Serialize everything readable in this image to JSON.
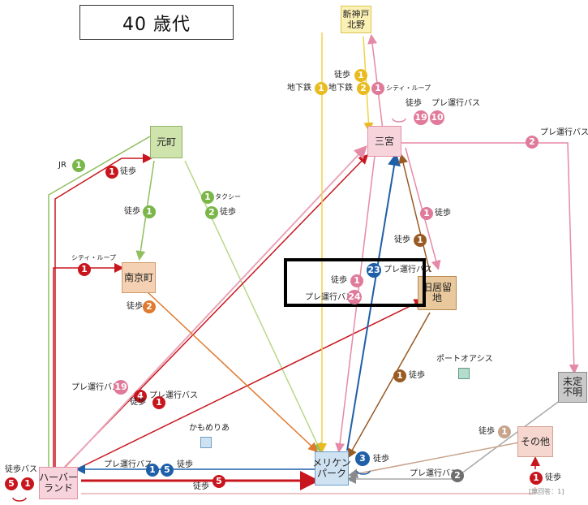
{
  "title": "40 歳代",
  "nodes": {
    "motomachi": "元町",
    "nankinmachi": "南京町",
    "sannomiya": "三宮",
    "kitano": "新神戸\n北野",
    "kyoryuchi": "旧居留地",
    "harborland": "ハーバー\nランド",
    "meriken": "メリケン\nパーク",
    "undecided": "未定\n不明",
    "others": "その他",
    "port_oasis": "ポートオアシス",
    "kamomeria": "かもめりあ"
  },
  "labels": {
    "jr": "JR",
    "walk": "徒歩",
    "taxi": "タクシー",
    "city_loop": "シティ・ループ",
    "subway": "地下鉄",
    "premium_bus": "プレ運行バス",
    "walk_bus": "徒歩バス"
  },
  "badges": {
    "jr_1": "1",
    "walk_1a": "1",
    "walk_1b": "1",
    "taxi_1": "1",
    "walk_2": "2",
    "city_loop_1": "1",
    "nankin_walk_2": "2",
    "subway_1": "1",
    "subway_kitano_2": "2",
    "walk_kitano_1": "1",
    "city_loop_kitano_1": "1",
    "walk_19": "19",
    "bus_10": "10",
    "bus_2": "2",
    "walk_sannomiya_1": "1",
    "walk_kyoryuchi_1": "1",
    "walk_meriken_1": "1",
    "bus_23": "23",
    "bus_24": "24",
    "kyoryuchi_walk_1": "1",
    "bus_19_harbor": "19",
    "bus_4_harbor": "4",
    "walk_1_harbor": "1",
    "bus_1_hm": "1",
    "walk_5_hm": "5",
    "walk_5_bottom": "5",
    "meriken_3": "3",
    "bus_2_bottom": "2",
    "others_walk_1": "1",
    "others_walk_1b": "1",
    "harbor_5": "5",
    "harbor_1": "1"
  },
  "note": "[無回答：1]",
  "colors": {
    "green": "#7ab648",
    "red": "#c8161e",
    "pink": "#e07a9b",
    "yellow": "#e9bb1f",
    "orange": "#e07a2e",
    "blue": "#1f5fa8",
    "brown": "#9a5a23",
    "gray": "#6e6e6e"
  }
}
